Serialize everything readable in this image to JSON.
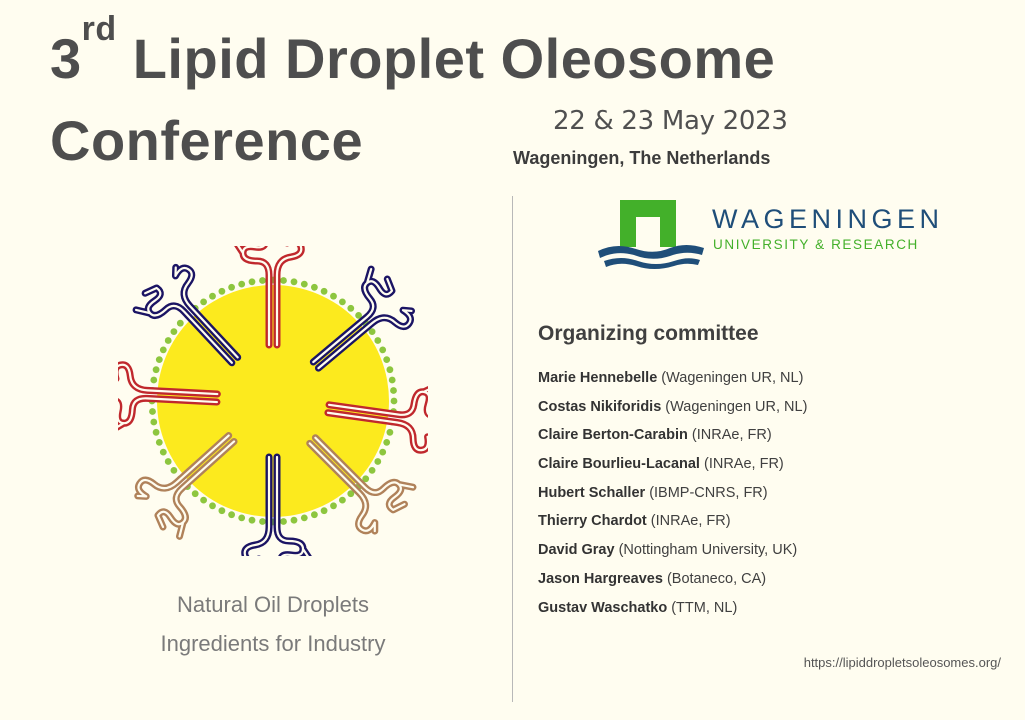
{
  "title": {
    "ordinal_number": "3",
    "ordinal_suffix": "rd",
    "line1_rest": " Lipid Droplet Oleosome",
    "line2": "Conference"
  },
  "event": {
    "date": "22 & 23 May 2023",
    "location": "Wageningen, The Netherlands"
  },
  "logo": {
    "name": "WAGENINGEN",
    "subtitle": "UNIVERSITY & RESEARCH",
    "colors": {
      "green": "#43b02a",
      "blue": "#1f4e79"
    }
  },
  "committee": {
    "heading": "Organizing committee",
    "members": [
      {
        "name": "Marie Hennebelle",
        "affiliation": " (Wageningen UR, NL)"
      },
      {
        "name": "Costas Nikiforidis",
        "affiliation": " (Wageningen UR, NL)"
      },
      {
        "name": "Claire Berton-Carabin",
        "affiliation": " (INRAe, FR)"
      },
      {
        "name": "Claire Bourlieu-Lacanal",
        "affiliation": " (INRAe, FR)"
      },
      {
        "name": "Hubert Schaller",
        "affiliation": " (IBMP-CNRS, FR)"
      },
      {
        "name": "Thierry Chardot",
        "affiliation": " (INRAe, FR)"
      },
      {
        "name": "David Gray",
        "affiliation": " (Nottingham University, UK)"
      },
      {
        "name": "Jason Hargreaves",
        "affiliation": " (Botaneco, CA)"
      },
      {
        "name": "Gustav Waschatko",
        "affiliation": " (TTM, NL)"
      }
    ]
  },
  "tagline": {
    "line1": "Natural Oil Droplets",
    "line2": "Ingredients for Industry"
  },
  "website": "https://lipiddropletsoleosomes.org/",
  "illustration": {
    "name": "oil-droplet-illustration",
    "colors": {
      "core": "#fcea1e",
      "phospholipid": "#8dc63f",
      "red": "#c0282d",
      "navy": "#1b1464",
      "brown": "#b0825a"
    }
  }
}
